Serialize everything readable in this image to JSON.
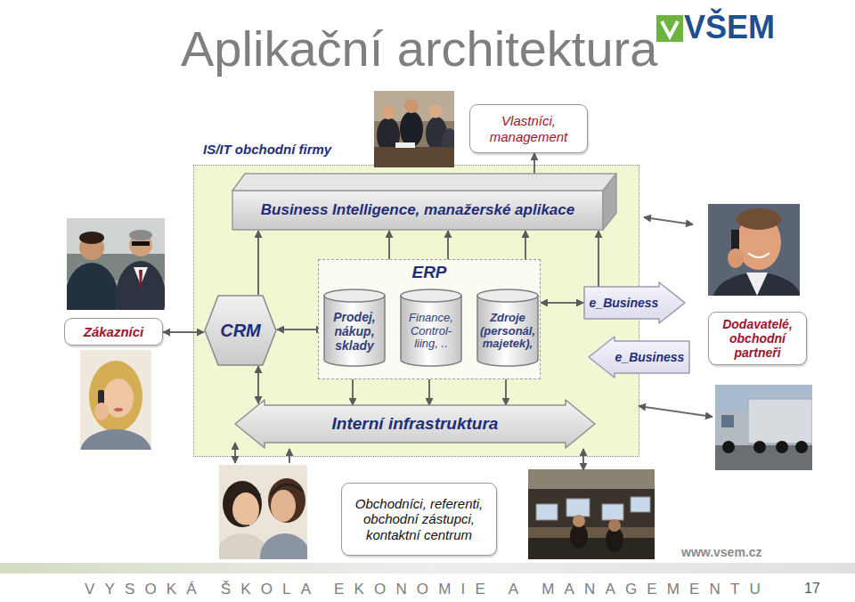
{
  "diagram": {
    "title": "Aplikační architektura",
    "nodes": [
      {
        "text": [
          "Vlastníci, management"
        ]
      },
      {
        "text": [
          "IS/IT obchodní firmy"
        ]
      },
      {
        "text": [
          "Business Intelligence, manažerské aplikace"
        ],
        "in": 1
      },
      {
        "text": [
          "Zákazníci"
        ]
      },
      {
        "text": [
          "CRM"
        ],
        "in": 1
      },
      {
        "text": [
          "ERP"
        ],
        "in": 1
      },
      {
        "text": [
          "Prodej, nákup, sklady"
        ],
        "in": 5
      },
      {
        "text": [
          "Finance, Control- liing, .."
        ],
        "in": 5
      },
      {
        "text": [
          "Zdroje (personál, majetek),"
        ],
        "in": 5
      },
      {
        "text": [
          "e_Business"
        ]
      },
      {
        "text": [
          "e_Business"
        ]
      },
      {
        "text": [
          "Dodavatelé, obchodní partneři"
        ]
      },
      {
        "text": [
          "Interní infrastruktura"
        ],
        "in": 1
      },
      {
        "text": [
          "Obchodníci, referenti, obchodní zástupci, kontaktní centrum"
        ]
      }
    ],
    "edges": [
      {
        "from": 3,
        "to": 4,
        "arrow": "both"
      },
      {
        "from": 4,
        "to": 2,
        "arrow": "to"
      },
      {
        "from": 5,
        "to": 2,
        "arrow": "to"
      },
      {
        "from": 5,
        "to": 2,
        "arrow": "to"
      },
      {
        "from": 5,
        "to": 2,
        "arrow": "to"
      },
      {
        "from": 9,
        "to": 2,
        "arrow": "to"
      },
      {
        "from": 4,
        "to": 6,
        "arrow": "both"
      },
      {
        "from": 5,
        "to": 9,
        "arrow": "both"
      },
      {
        "from": 4,
        "to": 12,
        "arrow": "both"
      },
      {
        "from": 6,
        "to": 12,
        "arrow": "both"
      },
      {
        "from": 7,
        "to": 12,
        "arrow": "both"
      },
      {
        "from": 8,
        "to": 12,
        "arrow": "both"
      },
      {
        "from": 2,
        "to": 0,
        "arrow": "to"
      }
    ],
    "labels": [
      "VŠEM",
      "www.vsem.cz",
      "VYSOKÁ ŠKOLA EKONOMIE A MANAGEMENTU",
      "17"
    ]
  }
}
